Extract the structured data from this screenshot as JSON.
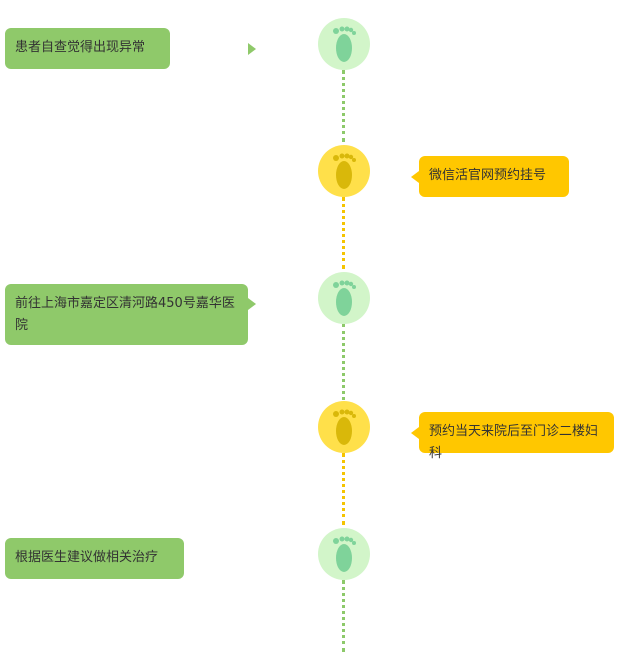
{
  "steps": [
    {
      "side": "left",
      "text": "患者自查觉得出现异常",
      "icon": "footprint-icon",
      "color": "green"
    },
    {
      "side": "right",
      "text": "微信活官网预约挂号",
      "icon": "footprint-icon",
      "color": "yellow"
    },
    {
      "side": "left",
      "text": "前往上海市嘉定区清河路450号嘉华医院",
      "icon": "footprint-icon",
      "color": "green"
    },
    {
      "side": "right",
      "text": "预约当天来院后至门诊二楼妇科",
      "icon": "footprint-icon",
      "color": "yellow"
    },
    {
      "side": "left",
      "text": "根据医生建议做相关治疗",
      "icon": "footprint-icon",
      "color": "green"
    }
  ],
  "colors": {
    "green_card": "#8fc96a",
    "green_node": "#d2f5c9",
    "green_foot": "#7fd39a",
    "yellow_card": "#ffc700",
    "yellow_node": "#ffe04a",
    "yellow_foot": "#d9b80a"
  }
}
